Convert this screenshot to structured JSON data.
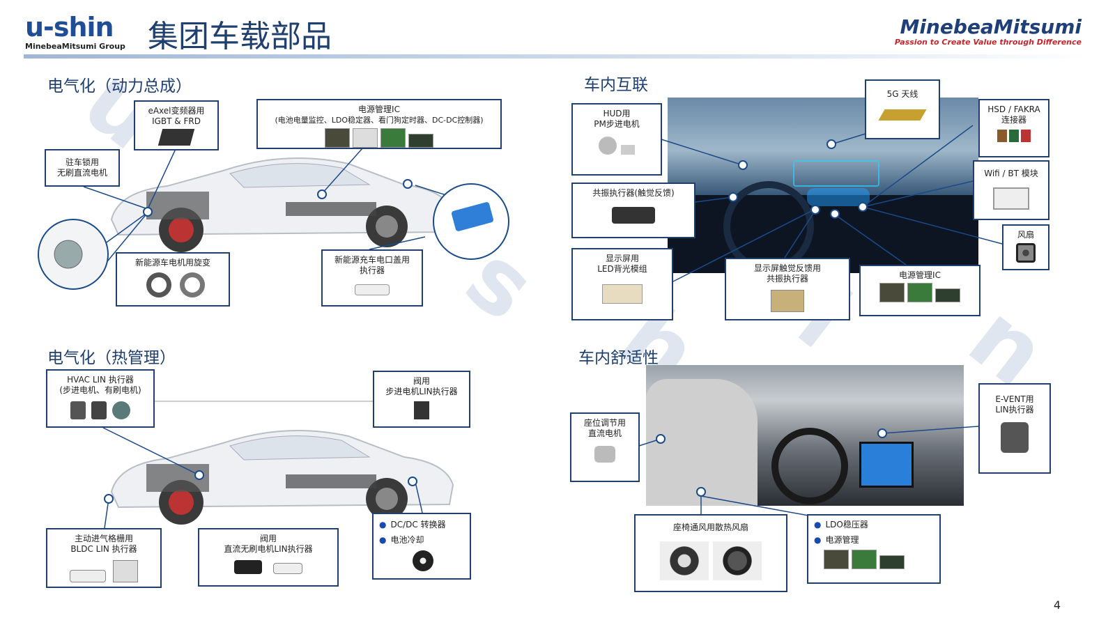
{
  "header": {
    "logo_text": "u-shin",
    "logo_sub": "MinebeaMitsumi Group",
    "title": "集团车载部品",
    "brand": "MinebeaMitsumi",
    "brand_tagline": "Passion to Create Value through Difference"
  },
  "sections": {
    "powertrain": "电气化（动力总成）",
    "connect": "车内互联",
    "thermal": "电气化（热管理）",
    "comfort": "车内舒适性"
  },
  "powertrain": {
    "eaxel_1": "eAxel变频器用",
    "eaxel_2": "IGBT & FRD",
    "pmic_1": "电源管理IC",
    "pmic_2": "(电池电量监控、LDO稳定器、看门狗定时器、DC-DC控制器)",
    "park_1": "驻车锁用",
    "park_2": "无刷直流电机",
    "resolver": "新能源车电机用旋变",
    "charge_1": "新能源充车电口盖用",
    "charge_2": "执行器"
  },
  "connect": {
    "hud_1": "HUD用",
    "hud_2": "PM步进电机",
    "ant5g": "5G 天线",
    "hsd_1": "HSD / FAKRA",
    "hsd_2": "连接器",
    "wifi": "Wifi / BT 模块",
    "haptic": "共振执行器(触觉反馈)",
    "fan": "风扇",
    "led_1": "显示屏用",
    "led_2": "LED背光模组",
    "touch_1": "显示屏触觉反馈用",
    "touch_2": "共振执行器",
    "pmic": "电源管理IC"
  },
  "thermal": {
    "hvac_1": "HVAC LIN 执行器",
    "hvac_2": "(步进电机、有刷电机)",
    "valve_step_1": "阀用",
    "valve_step_2": "步进电机LIN执行器",
    "grille_1": "主动进气格栅用",
    "grille_2": "BLDC LIN 执行器",
    "valve_bldc_1": "阀用",
    "valve_bldc_2": "直流无刷电机LIN执行器",
    "dcdc": "DC/DC 转换器",
    "battery": "电池冷却"
  },
  "comfort": {
    "seat_1": "座位调节用",
    "seat_2": "直流电机",
    "event_1": "E-VENT用",
    "event_2": "LIN执行器",
    "seatfan": "座椅通风用散热风扇",
    "ldo": "LDO稳压器",
    "pm": "电源管理"
  },
  "watermark": [
    "u",
    "-",
    "s",
    "h",
    "i",
    "n"
  ],
  "page_number": "4",
  "colors": {
    "brand_blue": "#1f3f6f",
    "accent_red": "#c0282d",
    "line_blue": "#1a4a8a"
  }
}
